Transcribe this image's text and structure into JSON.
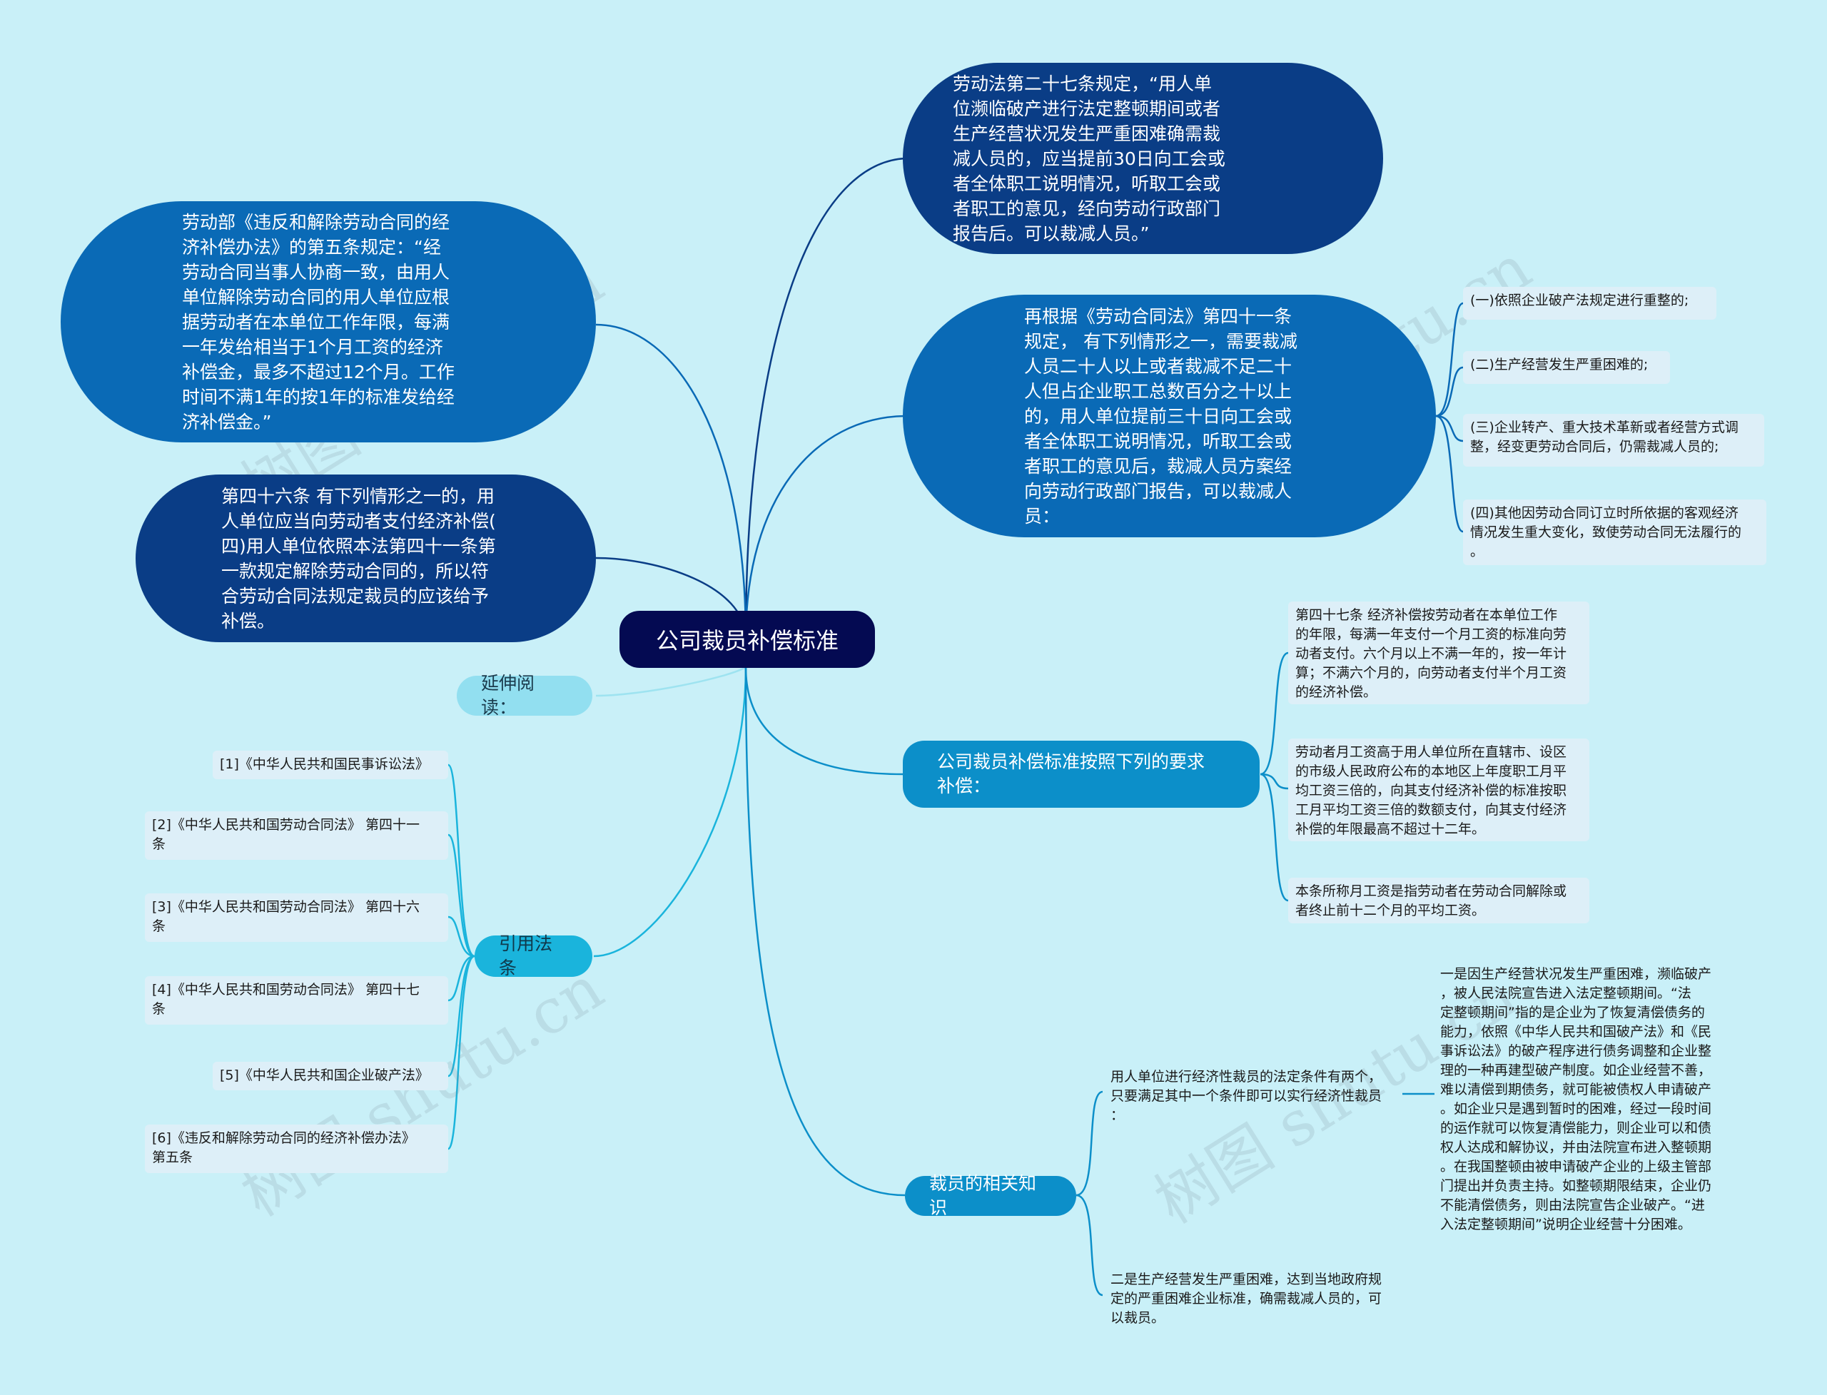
{
  "root": {
    "label": "公司裁员补偿标准"
  },
  "branches": {
    "right_top_1": "劳动法第二十七条规定，“用人单\n位濒临破产进行法定整顿期间或者\n生产经营状况发生严重困难确需裁\n减人员的，应当提前30日向工会或\n者全体职工说明情况，听取工会或\n者职工的意见，经向劳动行政部门\n报告后。可以裁减人员。”",
    "right_top_2": "再根据《劳动合同法》第四十一条\n规定， 有下列情形之一，需要裁减\n人员二十人以上或者裁减不足二十\n人但占企业职工总数百分之十以上\n的，用人单位提前三十日向工会或\n者全体职工说明情况，听取工会或\n者职工的意见后，裁减人员方案经\n向劳动行政部门报告，可以裁减人\n员：",
    "left_1": "劳动部《违反和解除劳动合同的经\n济补偿办法》的第五条规定：“经\n劳动合同当事人协商一致，由用人\n单位解除劳动合同的用人单位应根\n据劳动者在本单位工作年限，每满\n一年发给相当于1个月工资的经济\n补偿金，最多不超过12个月。工作\n时间不满1年的按1年的标准发给经\n济补偿金。”",
    "left_2": "第四十六条 有下列情形之一的，用\n人单位应当向劳动者支付经济补偿(\n四)用人单位依照本法第四十一条第\n一款规定解除劳动合同的，所以符\n合劳动合同法规定裁员的应该给予\n补偿。",
    "extended": "延伸阅读：",
    "cited": "引用法条",
    "standard": "公司裁员补偿标准按照下列的要求\n补偿：",
    "knowledge": "裁员的相关知识"
  },
  "conditions": [
    "(一)依照企业破产法规定进行重整的;",
    "(二)生产经营发生严重困难的;",
    "(三)企业转产、重大技术革新或者经营方式调\n整，经变更劳动合同后，仍需裁减人员的;",
    "(四)其他因劳动合同订立时所依据的客观经济\n情况发生重大变化，致使劳动合同无法履行的\n。"
  ],
  "standard_items": [
    "第四十七条 经济补偿按劳动者在本单位工作\n的年限，每满一年支付一个月工资的标准向劳\n动者支付。六个月以上不满一年的，按一年计\n算；不满六个月的，向劳动者支付半个月工资\n的经济补偿。",
    "劳动者月工资高于用人单位所在直辖市、设区\n的市级人民政府公布的本地区上年度职工月平\n均工资三倍的，向其支付经济补偿的标准按职\n工月平均工资三倍的数额支付，向其支付经济\n补偿的年限最高不超过十二年。",
    "本条所称月工资是指劳动者在劳动合同解除或\n者终止前十二个月的平均工资。"
  ],
  "knowledge_items": {
    "condition_intro": "用人单位进行经济性裁员的法定条件有两个，\n只要满足其中一个条件即可以实行经济性裁员\n：",
    "condition_two": "二是生产经营发生严重困难，达到当地政府规\n定的严重困难企业标准，确需裁减人员的，可\n以裁员。",
    "condition_one_detail": "一是因生产经营状况发生严重困难，濒临破产\n，被人民法院宣告进入法定整顿期间。“法\n定整顿期间”指的是企业为了恢复清偿债务的\n能力，依照《中华人民共和国破产法》和《民\n事诉讼法》的破产程序进行债务调整和企业整\n理的一种再建型破产制度。如企业经营不善，\n难以清偿到期债务，就可能被债权人申请破产\n。如企业只是遇到暂时的困难，经过一段时间\n的运作就可以恢复清偿能力，则企业可以和债\n权人达成和解协议，并由法院宣布进入整顿期\n。在我国整顿由被申请破产企业的上级主管部\n门提出并负责主持。如整顿期限结束，企业仍\n不能清偿债务，则由法院宣告企业破产。“进\n入法定整顿期间”说明企业经营十分困难。"
  },
  "citations": [
    "[1]《中华人民共和国民事诉讼法》",
    "[2]《中华人民共和国劳动合同法》 第四十一\n条",
    "[3]《中华人民共和国劳动合同法》 第四十六\n条",
    "[4]《中华人民共和国劳动合同法》 第四十七\n条",
    "[5]《中华人民共和国企业破产法》",
    "[6]《违反和解除劳动合同的经济补偿办法》\n第五条"
  ],
  "watermark": "树图 shutu.cn",
  "colors": {
    "background": "#c9f0f8",
    "root": "#040a52",
    "navy": "#0a3d86",
    "blue": "#0a6ab6",
    "mid": "#0c8fc9"
  }
}
